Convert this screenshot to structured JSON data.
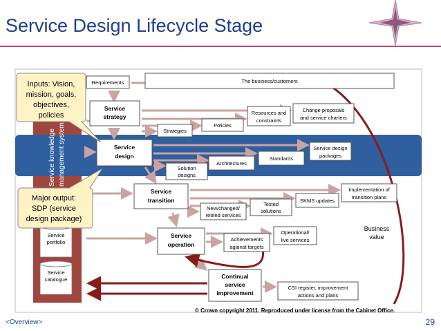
{
  "slide": {
    "title": "Service Design Lifecycle Stage",
    "footer_left": "<Overview>",
    "page_number": "29",
    "copyright": "© Crown copyright 2011. Reproduced under license from the Cabinet Office."
  },
  "colors": {
    "title": "#1f3d8f",
    "rule": "#c0477f",
    "band": "#2f5f9e",
    "arrow": "#c9a3a3",
    "loop": "#8b1a1a",
    "cylinder": "#a0463f",
    "callout": "#fff3c6"
  },
  "callouts": {
    "inputs": [
      "Inputs: Vision,",
      "mission, goals,",
      "objectives,",
      "policies"
    ],
    "output": [
      "Major output:",
      "SDP (service",
      "design package)"
    ]
  },
  "skms": {
    "label_line1": "Service knowledge",
    "label_line2": "management system",
    "portfolio": [
      "Service",
      "portfolio"
    ],
    "catalogue": [
      "Service",
      "catalogue"
    ]
  },
  "stages": {
    "strategy": [
      "Service",
      "strategy"
    ],
    "design": [
      "Service",
      "design"
    ],
    "transition": [
      "Service",
      "transition"
    ],
    "operation": [
      "Service",
      "operation"
    ],
    "improvement": [
      "Continual",
      "service",
      "improvement"
    ]
  },
  "boxes": {
    "requirements": [
      "Requirements"
    ],
    "business": [
      "The business/customers"
    ],
    "resources": [
      "Resources and",
      "constraints"
    ],
    "change": [
      "Change proposals",
      "and service charters"
    ],
    "strategies": [
      "Strategies"
    ],
    "policies": [
      "Policies"
    ],
    "sdpkg": [
      "Service design",
      "packages"
    ],
    "solution": [
      "Solution",
      "designs"
    ],
    "architectures": [
      "Architectures"
    ],
    "standards": [
      "Standards"
    ],
    "impl": [
      "Implementation of",
      "transition plans"
    ],
    "skms_updates": [
      "SKMS updates"
    ],
    "new_changed": [
      "New/changed/",
      "retired services"
    ],
    "tested": [
      "Tested",
      "solutions"
    ],
    "operational": [
      "Operational/",
      "live services"
    ],
    "achievements": [
      "Achievements",
      "against targets"
    ],
    "csi": [
      "CSI register, improvement",
      "actions and plans"
    ]
  },
  "business_value": [
    "Business",
    "value"
  ]
}
